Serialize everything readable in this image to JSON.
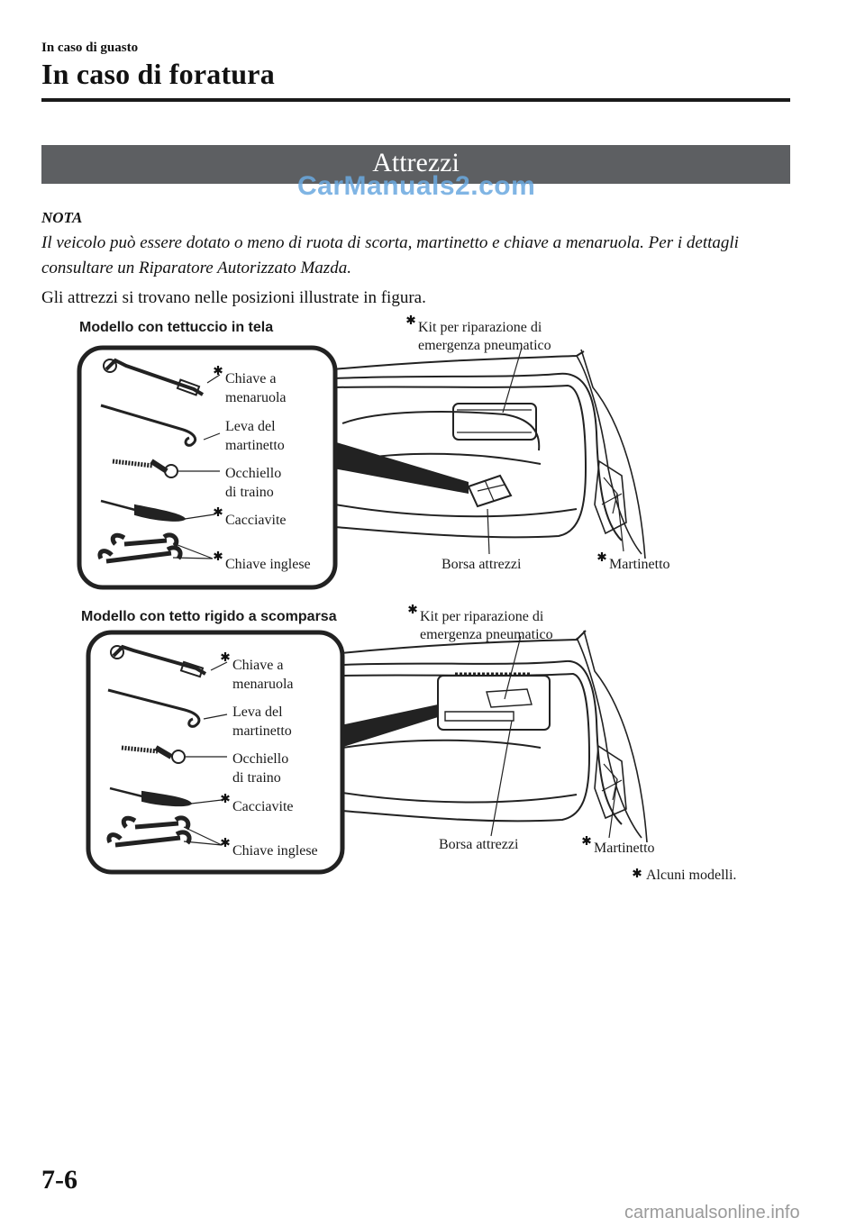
{
  "header": {
    "chapter": "In caso di guasto",
    "title": "In caso di foratura"
  },
  "section": {
    "title": "Attrezzi",
    "watermark": "CarManuals2.com"
  },
  "note": {
    "heading": "NOTA",
    "text": "Il veicolo può essere dotato o meno di ruota di scorta, martinetto e chiave a menaruola. Per i dettagli consultare un Riparatore Autorizzato Mazda."
  },
  "intro": "Gli attrezzi si trovano nelle posizioni illustrate in figura.",
  "figure1": {
    "heading": "Modello con tettuccio in tela",
    "kit": [
      "Kit per riparazione di",
      "emergenza pneumatico"
    ],
    "chiave_menaruola": [
      "Chiave a",
      "menaruola"
    ],
    "leva": [
      "Leva del",
      "martinetto"
    ],
    "occhiello": [
      "Occhiello",
      "di traino"
    ],
    "cacciavite": "Cacciavite",
    "chiave_inglese": "Chiave inglese",
    "borsa": "Borsa attrezzi",
    "martinetto": "Martinetto"
  },
  "figure2": {
    "heading": "Modello con tetto rigido a scomparsa",
    "kit": [
      "Kit per riparazione di",
      "emergenza pneumatico"
    ],
    "chiave_menaruola": [
      "Chiave a",
      "menaruola"
    ],
    "leva": [
      "Leva del",
      "martinetto"
    ],
    "occhiello": [
      "Occhiello",
      "di traino"
    ],
    "cacciavite": "Cacciavite",
    "chiave_inglese": "Chiave inglese",
    "borsa": "Borsa attrezzi",
    "martinetto": "Martinetto"
  },
  "footnote": "Alcuni modelli.",
  "page_number": "7-6",
  "footer_watermark": "carmanualsonline.info"
}
